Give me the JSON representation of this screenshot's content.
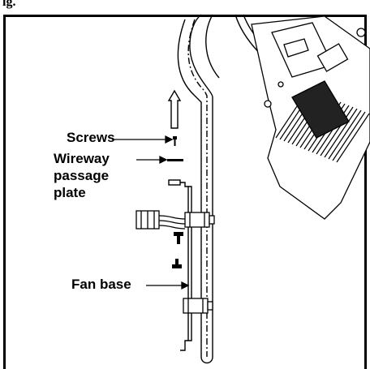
{
  "caption": "ig.",
  "labels": {
    "screws": "Screws",
    "wireway_line1": "Wireway",
    "wireway_line2": "passage",
    "wireway_line3": "plate",
    "fan_base": "Fan base"
  },
  "colors": {
    "line": "#000000",
    "background": "#ffffff"
  }
}
